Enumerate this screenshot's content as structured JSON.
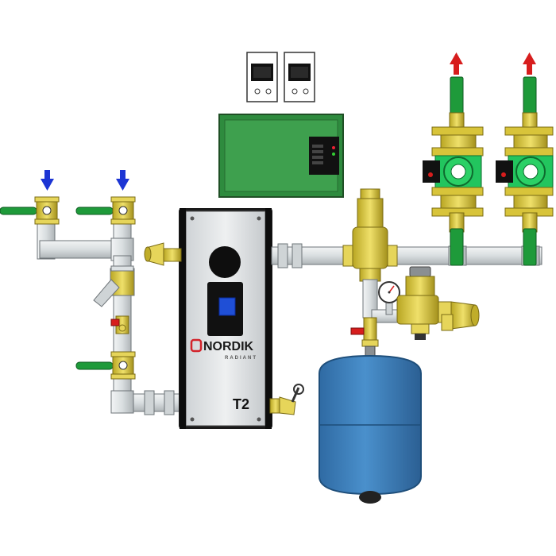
{
  "boiler": {
    "brand_name": "NORDIK",
    "brand_sub": "RADIANT",
    "model_mark": "T2"
  },
  "colors": {
    "pipe": "#dde2e4",
    "pipe_stroke": "#6e7478",
    "brass": "#d8c43a",
    "brass_dark": "#9b8a20",
    "handle_green": "#1e9a3a",
    "pump_green": "#22c55e",
    "supply_arrow": "#1c35d4",
    "return_arrow": "#d71d1d",
    "expansion_tank": "#3a7bb8",
    "panel_green": "#3a9a4a",
    "brand_red": "#d3232b"
  },
  "icons": [
    "down-arrow-icon",
    "up-arrow-icon",
    "pressure-gauge-icon",
    "display-screen-icon"
  ]
}
